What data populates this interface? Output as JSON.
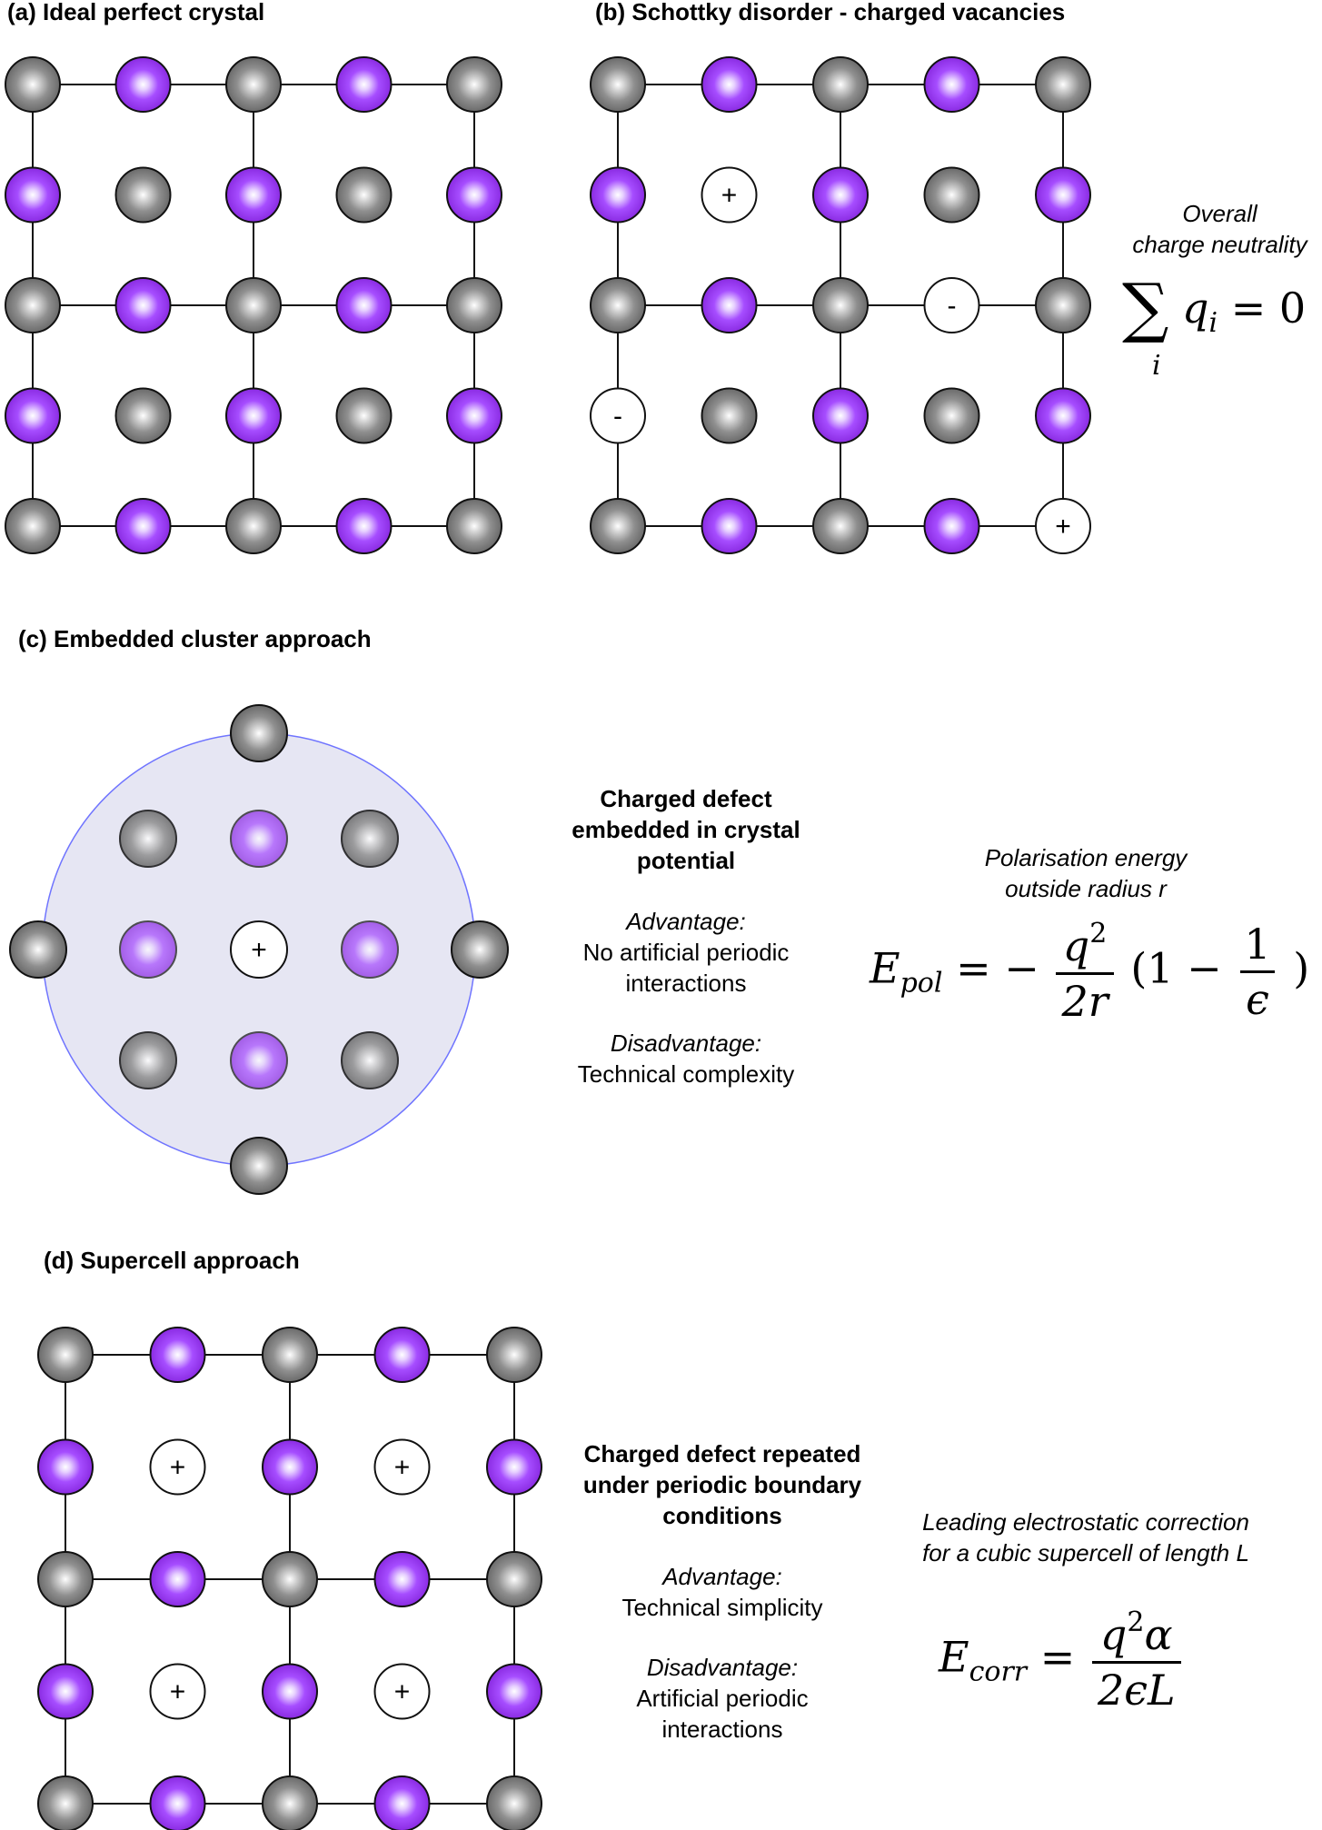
{
  "panel_a": {
    "label": "(a) Ideal perfect crystal"
  },
  "panel_b": {
    "label": "(b) Schottky disorder - charged vacancies",
    "note_line1": "Overall",
    "note_line2": "charge neutrality",
    "sum_symbol": "∑",
    "sum_index": "i",
    "sum_term": "q",
    "sum_term_sub": "i",
    "sum_eq": "= 0"
  },
  "panel_c": {
    "label": "(c) Embedded cluster approach",
    "title_line1": "Charged defect",
    "title_line2": "embedded in crystal",
    "title_line3": "potential",
    "adv_label": "Advantage:",
    "adv_line1": "No artificial periodic",
    "adv_line2": "interactions",
    "dis_label": "Disadvantage:",
    "dis_line1": "Technical complexity",
    "eq_note_line1": "Polarisation energy",
    "eq_note_line2": "outside radius r",
    "eq_lhs": "E",
    "eq_lhs_sub": "pol",
    "eq_mid": "= −",
    "eq_frac1_num": "q",
    "eq_frac1_num_sup": "2",
    "eq_frac1_den": "2r",
    "eq_paren_open": "(1 −",
    "eq_frac2_num": "1",
    "eq_frac2_den": "ϵ",
    "eq_paren_close": ")"
  },
  "panel_d": {
    "label": "(d) Supercell approach",
    "title_line1": "Charged defect repeated",
    "title_line2": "under periodic boundary",
    "title_line3": "conditions",
    "adv_label": "Advantage:",
    "adv_line1": "Technical simplicity",
    "dis_label": "Disadvantage:",
    "dis_line1": "Artificial periodic",
    "dis_line2": "interactions",
    "eq_note_line1": "Leading electrostatic correction",
    "eq_note_line2": "for a cubic supercell of length L",
    "eq_lhs": "E",
    "eq_lhs_sub": "corr",
    "eq_mid": "=",
    "eq_frac_num": "q",
    "eq_frac_num_sup": "2",
    "eq_frac_num_tail": "α",
    "eq_frac_den": "2ϵL"
  },
  "charges": {
    "plus": "+",
    "minus": "-"
  },
  "colors": {
    "cation": "#9b3cff",
    "anion": "#8a8a8a",
    "cluster_fill": "#e6e6f3",
    "cluster_stroke": "#6f74ff"
  },
  "lattices": {
    "a": [
      "GPGPG",
      "PGPGP",
      "GPGPG",
      "PGPGP",
      "GPGPG"
    ],
    "b": [
      "GPGPG",
      "P+PGP",
      "GPG-G",
      "-GPGP",
      "GPGP+"
    ],
    "d": [
      "GPGPG",
      "P+P+P",
      "GPGPG",
      "P+P+P",
      "GPGPG"
    ],
    "c": [
      "GPG",
      "P+P",
      "GPG"
    ]
  }
}
